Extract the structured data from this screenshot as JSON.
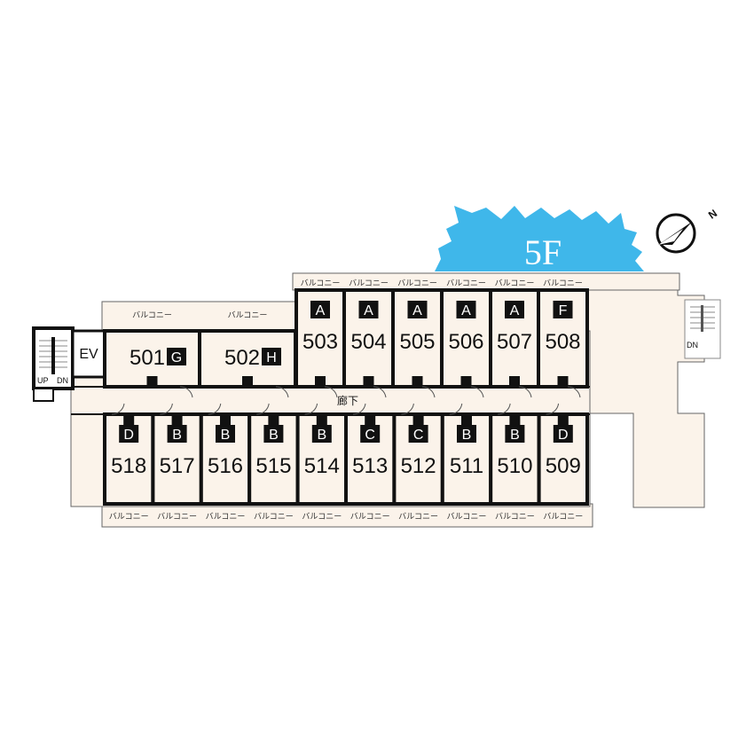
{
  "floor": {
    "label": "5F",
    "badge_color": "#3fb7ea"
  },
  "balcony_label": "バルコニー",
  "corridor_label": "廊下",
  "elevator_label": "EV",
  "stairs": {
    "up": "UP",
    "down": "DN",
    "east_down": "DN"
  },
  "compass_mark": "N",
  "colors": {
    "floor_fill": "#fbf3ea",
    "wall": "#111111",
    "badge": "#111111",
    "badge_text": "#ffffff"
  },
  "units": [
    {
      "number": "501",
      "type": "G"
    },
    {
      "number": "502",
      "type": "H"
    },
    {
      "number": "503",
      "type": "A"
    },
    {
      "number": "504",
      "type": "A"
    },
    {
      "number": "505",
      "type": "A"
    },
    {
      "number": "506",
      "type": "A"
    },
    {
      "number": "507",
      "type": "A"
    },
    {
      "number": "508",
      "type": "F"
    },
    {
      "number": "509",
      "type": "D"
    },
    {
      "number": "510",
      "type": "B"
    },
    {
      "number": "511",
      "type": "B"
    },
    {
      "number": "512",
      "type": "C"
    },
    {
      "number": "513",
      "type": "C"
    },
    {
      "number": "514",
      "type": "B"
    },
    {
      "number": "515",
      "type": "B"
    },
    {
      "number": "516",
      "type": "B"
    },
    {
      "number": "517",
      "type": "B"
    },
    {
      "number": "518",
      "type": "D"
    }
  ]
}
